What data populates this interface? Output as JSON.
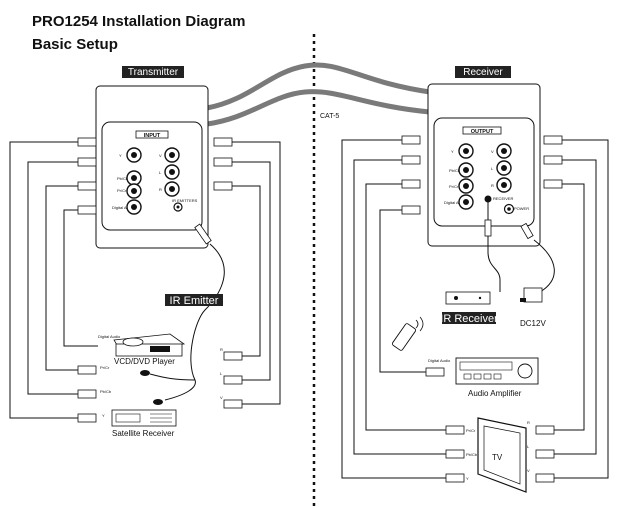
{
  "title": "PRO1254 Installation Diagram",
  "subtitle": "Basic Setup",
  "transmitter": {
    "tag": "Transmitter",
    "panel_title": "INPUT",
    "jack_left": [
      "Y",
      "Pb/Cb",
      "Pr/Cr",
      "Digital Audio"
    ],
    "jack_right": [
      "V",
      "L",
      "R"
    ],
    "ir_port": "IR EMITTERS"
  },
  "receiver": {
    "tag": "Receiver",
    "panel_title": "OUTPUT",
    "jack_left": [
      "Y",
      "Pb/Cb",
      "Pr/Cr",
      "Digital Audio"
    ],
    "jack_right": [
      "V",
      "L",
      "R"
    ],
    "ir_port": "RECEIVER",
    "power_port": "POWER"
  },
  "cat5_label": "CAT-5",
  "ir_emitter_tag": "IR Emitter",
  "ir_receiver_tag": "IR Receiver",
  "dc_label": "DC12V",
  "devices": {
    "vcd_dvd": "VCD/DVD Player",
    "satellite": "Satellite Receiver",
    "audio_amp": "Audio Amplifier",
    "tv": "TV"
  },
  "wire_labels": {
    "left_digital": "Digital Audio",
    "left_pr": "Pr/Cr",
    "left_pb": "Pb/Cb",
    "left_y": "Y",
    "left_r": "R",
    "left_l": "L",
    "left_v": "V",
    "right_digital": "Digital Audio",
    "right_pr": "Pr/Cr",
    "right_pb": "Pb/Cb",
    "right_y": "Y",
    "right_r": "R",
    "right_l": "L",
    "right_v": "V"
  }
}
